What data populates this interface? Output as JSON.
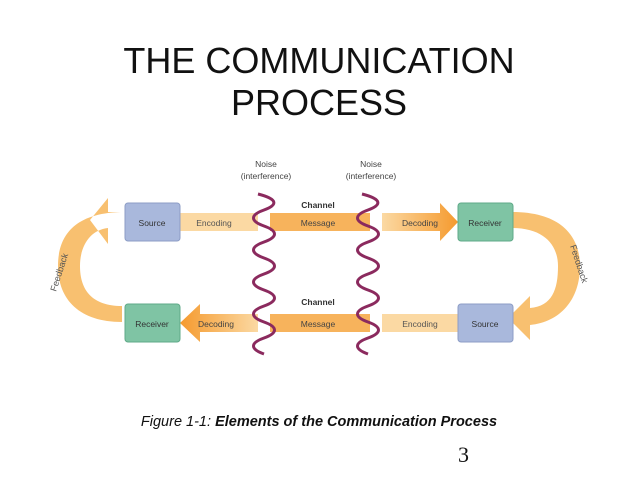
{
  "slide": {
    "title_line1": "THE COMMUNICATION",
    "title_line2": "PROCESS",
    "caption_prefix": "Figure 1-1: ",
    "caption_bold": "Elements of the Communication Process",
    "page_number": "3"
  },
  "diagram": {
    "noise_left": {
      "line1": "Noise",
      "line2": "(interference)"
    },
    "noise_right": {
      "line1": "Noise",
      "line2": "(interference)"
    },
    "top_row": {
      "source": "Source",
      "encoding": "Encoding",
      "channel": "Channel",
      "message": "Message",
      "decoding": "Decoding",
      "receiver": "Receiver"
    },
    "bottom_row": {
      "receiver": "Receiver",
      "decoding": "Decoding",
      "channel": "Channel",
      "message": "Message",
      "encoding": "Encoding",
      "source": "Source"
    },
    "feedback_left": "Feedback",
    "feedback_right": "Feedback",
    "colors": {
      "source_box": "#a9b8dc",
      "receiver_box": "#7fc4a4",
      "arrow_light": "#f9cd8a",
      "arrow_dark": "#f5a443",
      "noise_wave": "#8b2a5e"
    }
  }
}
